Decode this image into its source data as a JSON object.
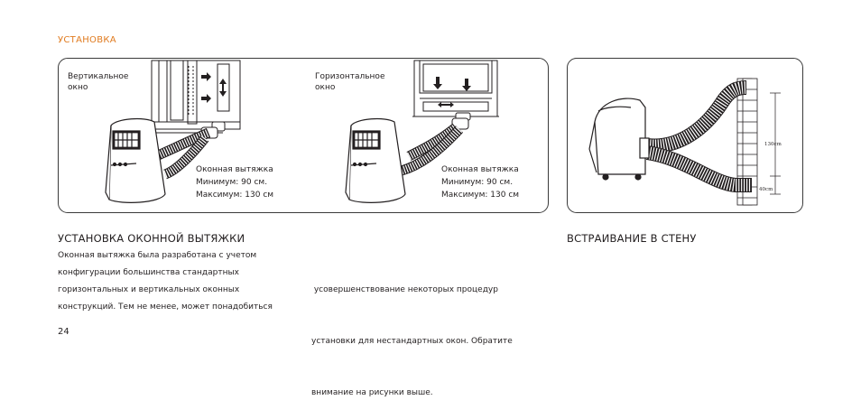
{
  "section_label": "УСТАНОВКА",
  "window_vertical": {
    "caption_line1": "Вертикальное",
    "caption_line2": "окно",
    "spec_title": "Оконная вытяжка",
    "spec_min": "Минимум: 90 см.",
    "spec_max": "Максимум: 130 см"
  },
  "window_horizontal": {
    "caption_line1": "Горизонтальное",
    "caption_line2": "окно",
    "spec_title": "Оконная вытяжка",
    "spec_min": "Минимум: 90 см.",
    "spec_max": "Максимум: 130 см"
  },
  "wall_figure": {
    "dim_long": "130cm",
    "dim_short": "40cm"
  },
  "window_install": {
    "heading": "УСТАНОВКА ОКОННОЙ ВЫТЯЖКИ",
    "lines_col1": [
      "Оконная вытяжка была разработана с учетом",
      "конфигурации большинства стандартных",
      "горизонтальных и вертикальных оконных",
      "конструкций. Тем не менее, может понадобиться"
    ],
    "lines_col2": [
      " усовершенствование некоторых процедур",
      "установки для нестандартных окон. Обратите",
      "внимание на рисунки выше."
    ]
  },
  "wall_install": {
    "heading": "ВСТРАИВАНИЕ В СТЕНУ"
  },
  "page_number": "24"
}
